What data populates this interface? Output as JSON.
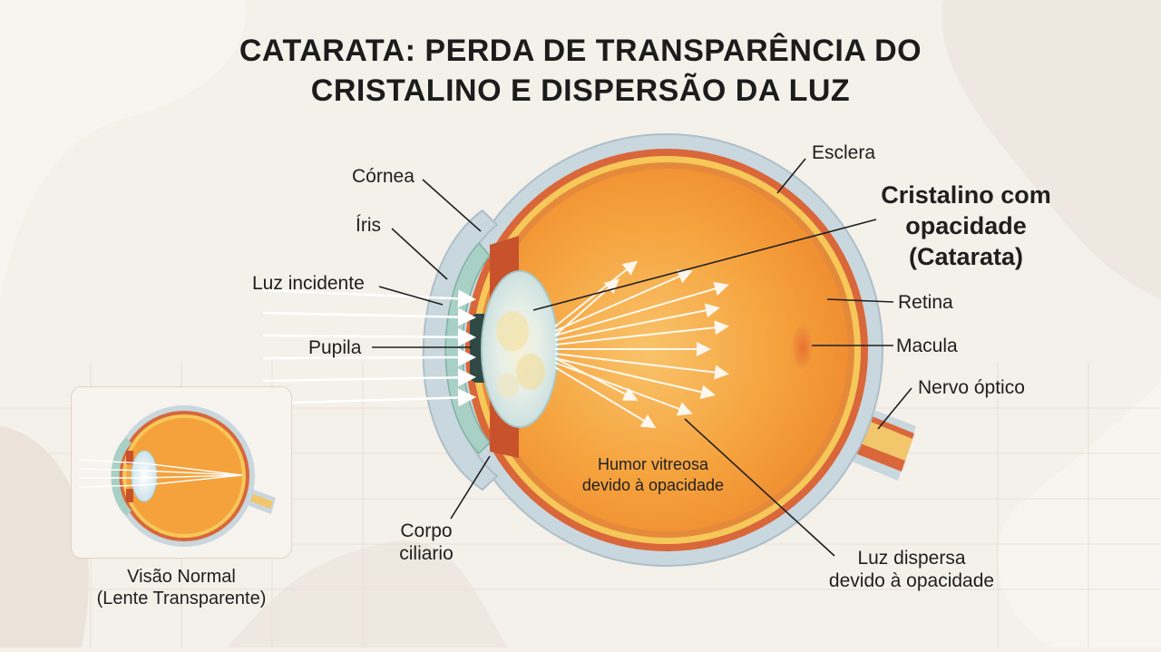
{
  "title": {
    "line1": "CATARATA: PERDA DE TRANSPARÊNCIA DO",
    "line2": "CRISTALINO E DISPERSÃO DA LUZ"
  },
  "labels": {
    "cornea": "Córnea",
    "iris": "Íris",
    "incident_light": "Luz incidente",
    "pupil": "Pupila",
    "ciliary_body_line1": "Corpo",
    "ciliary_body_line2": "ciliario",
    "sclera": "Esclera",
    "cataract_line1": "Cristalino com",
    "cataract_line2": "opacidade",
    "cataract_line3": "(Catarata)",
    "retina": "Retina",
    "macula": "Macula",
    "optic_nerve": "Nervo óptico",
    "vitreous_line1": "Humor vitreosa",
    "vitreous_line2": "devido à opacidade",
    "scattered_line1": "Luz dispersa",
    "scattered_line2": "devido à opacidade"
  },
  "inset": {
    "caption_line1": "Visão Normal",
    "caption_line2": "(Lente Transparente)"
  },
  "colors": {
    "sclera": "#c9d7de",
    "choroid": "#d9673a",
    "retina": "#f6c85a",
    "vitreous": "#f5a23d",
    "lens_opaque": "#eef3ef",
    "cornea": "#a9d0c5",
    "nerve": "#f2c66a"
  }
}
